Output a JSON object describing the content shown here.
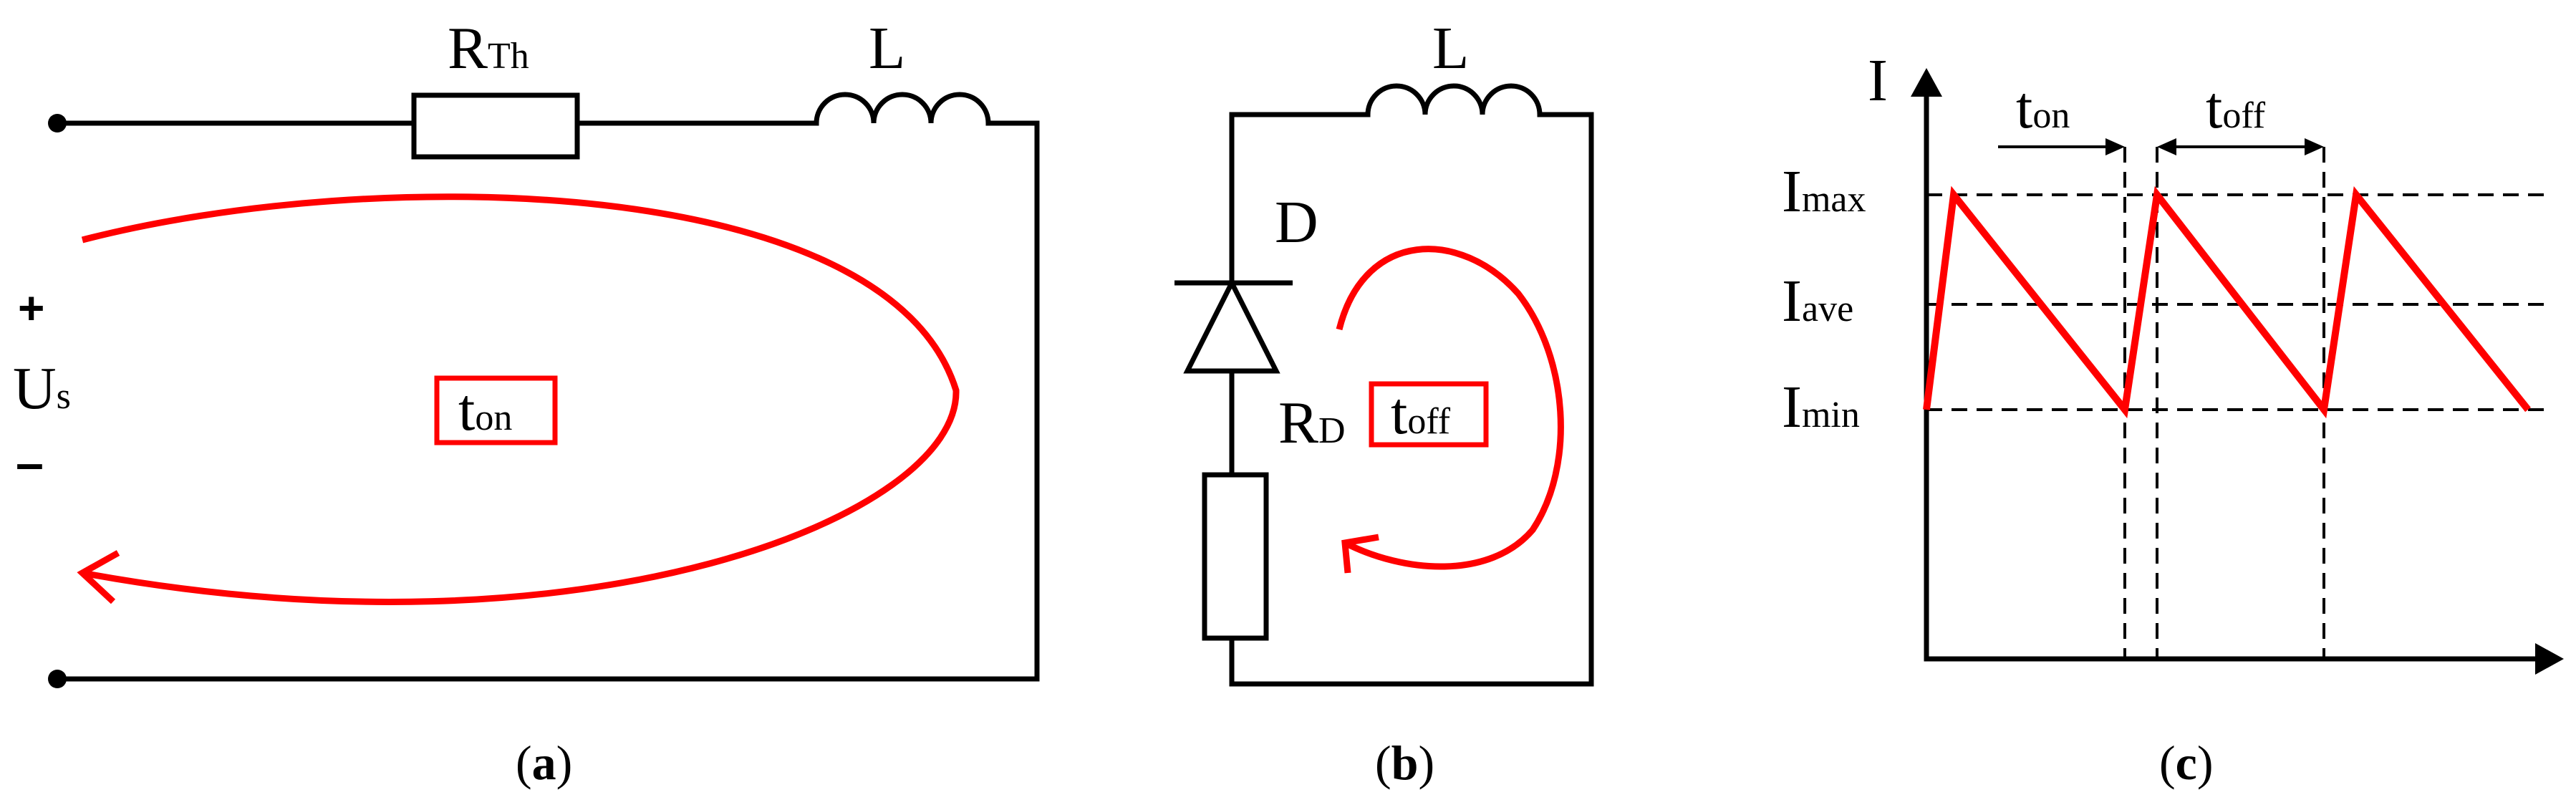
{
  "panel_a": {
    "resistor_label": "R",
    "resistor_sub": "Th",
    "inductor_label": "L",
    "plus": "+",
    "source_label": "U",
    "source_sub": "s",
    "minus": "–",
    "time_label": "t",
    "time_sub": "on",
    "caption_open": "(",
    "caption_letter": "a",
    "caption_close": ")"
  },
  "panel_b": {
    "inductor_label": "L",
    "diode_label": "D",
    "resistor_label": "R",
    "resistor_sub": "D",
    "time_label": "t",
    "time_sub": "off",
    "caption_open": "(",
    "caption_letter": "b",
    "caption_close": ")"
  },
  "panel_c": {
    "axis_label": "I",
    "levels": [
      {
        "main": "I",
        "sub": "max"
      },
      {
        "main": "I",
        "sub": "ave"
      },
      {
        "main": "I",
        "sub": "min"
      }
    ],
    "ton": {
      "main": "t",
      "sub": "on"
    },
    "toff": {
      "main": "t",
      "sub": "off"
    },
    "caption_open": "(",
    "caption_letter": "c",
    "caption_close": ")"
  },
  "colors": {
    "current_path": "#ff0000",
    "wire": "#000000"
  }
}
